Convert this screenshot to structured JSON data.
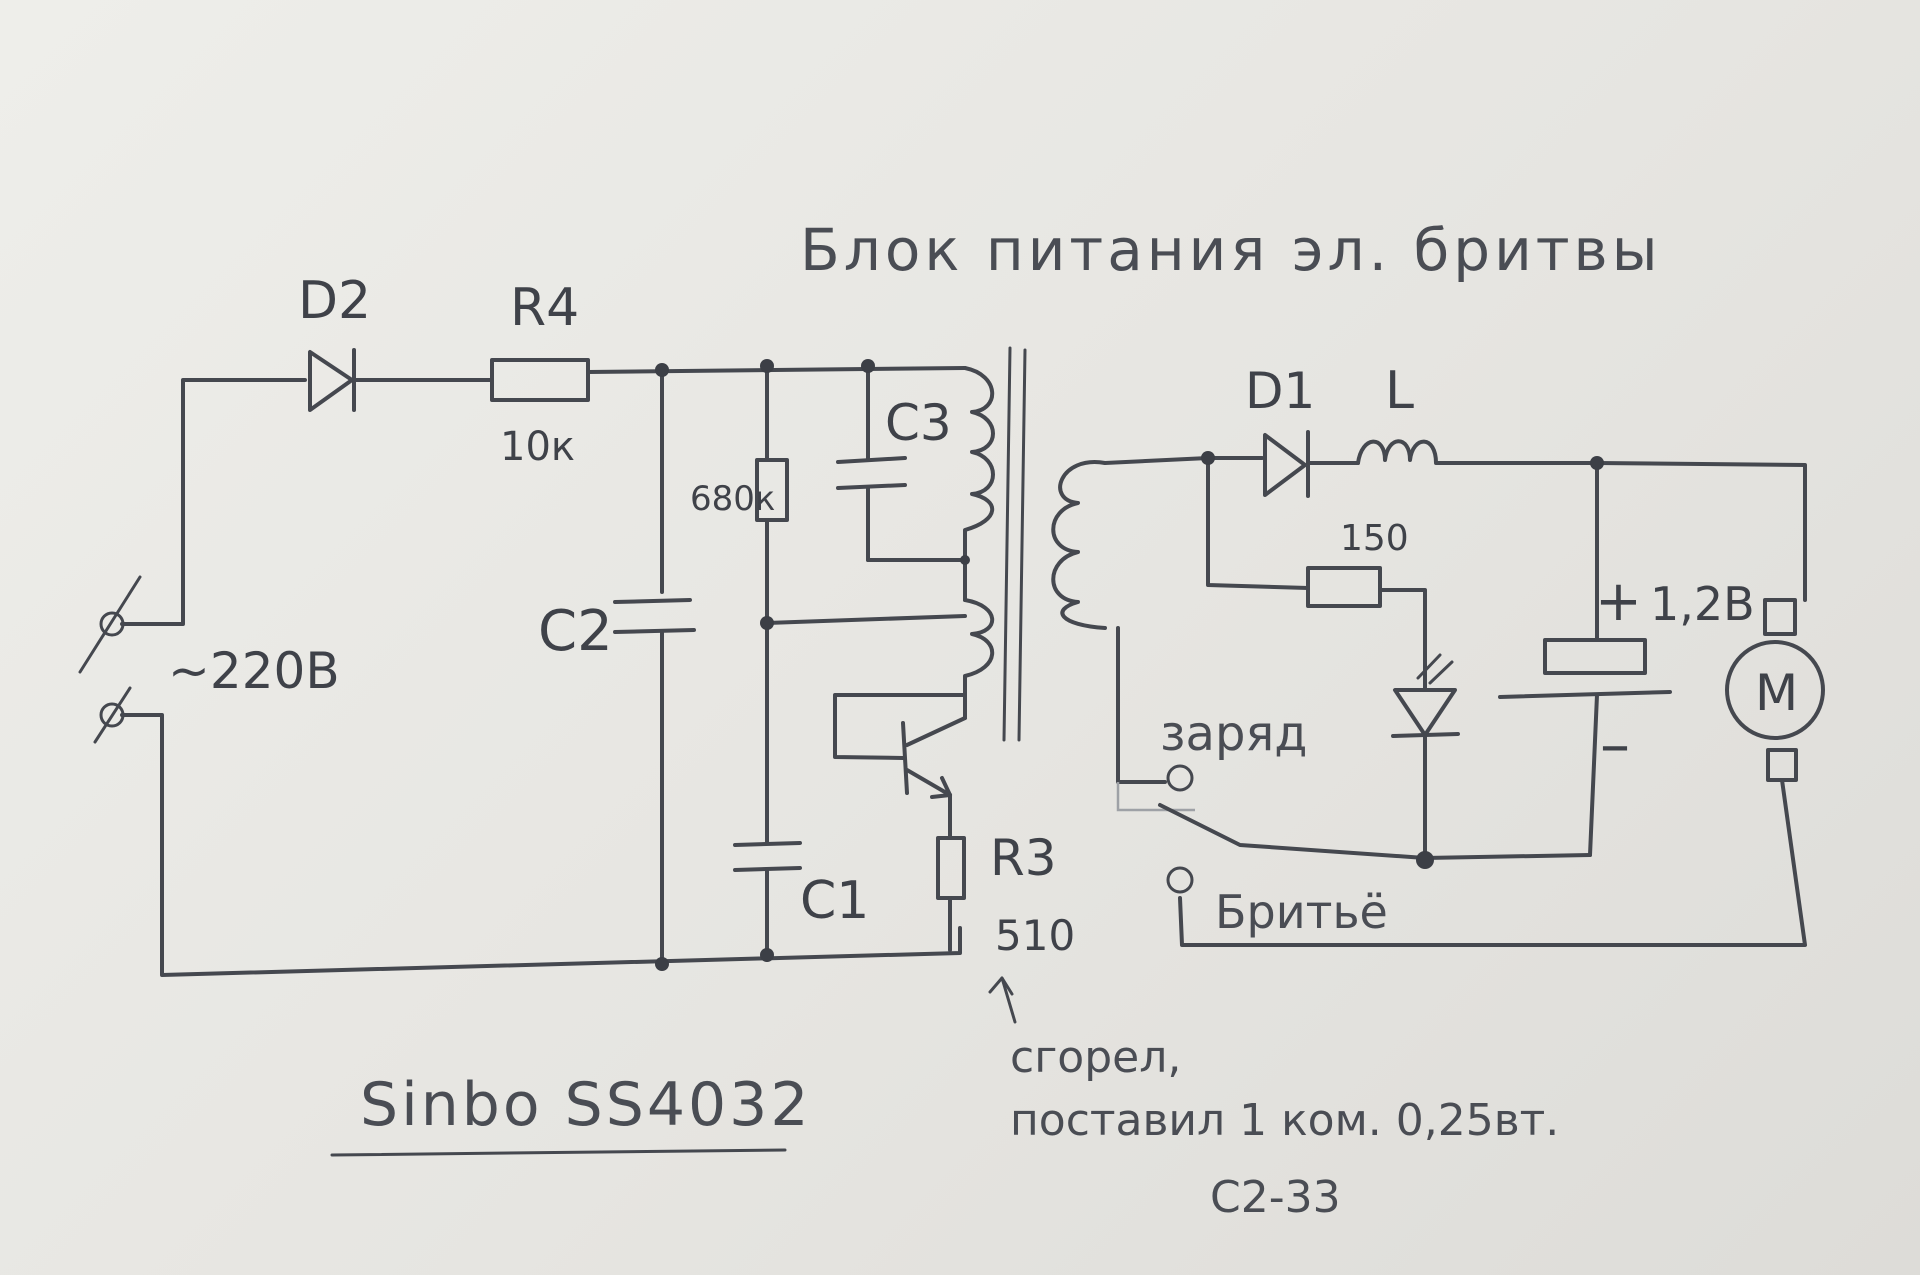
{
  "title": "Блок питания эл. бритвы",
  "model": "Sinbo SS4032",
  "mains": "~220В",
  "components": {
    "d2": "D2",
    "r4": "R4",
    "r4_value": "10к",
    "r_680": "680к",
    "c2": "C2",
    "c3": "C3",
    "c1": "C1",
    "r3": "R3",
    "r3_value": "510",
    "d1": "D1",
    "l": "L",
    "r_150": "150",
    "battery_plus": "+",
    "battery_voltage": "1,2В",
    "battery_minus": "–",
    "motor": "M"
  },
  "switch": {
    "charge": "заряд",
    "shave": "Бритьё"
  },
  "note": {
    "line1": "сгорел,",
    "line2": "поставил 1 ком. 0,25вт.",
    "line3": "С2-33"
  }
}
